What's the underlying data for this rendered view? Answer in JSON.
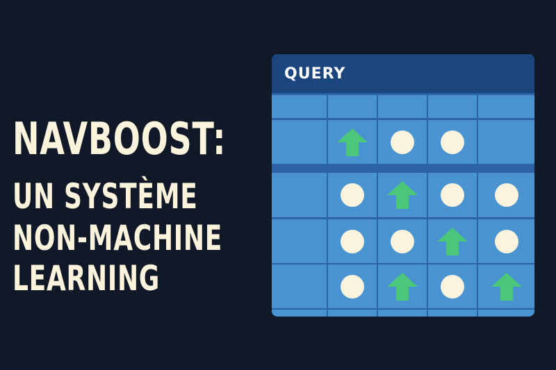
{
  "headline": {
    "line1": "NAVBOOST:",
    "line2": "UN SYSTÈME",
    "line3": "NON-MACHINE",
    "line4": "LEARNING"
  },
  "panel": {
    "title": "QUERY",
    "colors": {
      "header": "#1a457d",
      "cell": "#4893d0",
      "grid_line": "#2c63a4",
      "dot": "#fbf3dc",
      "arrow": "#4bc77a"
    },
    "rows": [
      [
        "",
        "",
        "",
        "",
        ""
      ],
      [
        "",
        "arrow-up",
        "dot",
        "dot",
        ""
      ],
      [
        "",
        "dot",
        "arrow-up",
        "dot",
        "dot"
      ],
      [
        "",
        "dot",
        "dot",
        "arrow-up",
        "dot"
      ],
      [
        "",
        "dot",
        "arrow-up",
        "dot",
        "arrow-up"
      ],
      [
        "",
        "",
        "",
        "",
        ""
      ]
    ]
  }
}
